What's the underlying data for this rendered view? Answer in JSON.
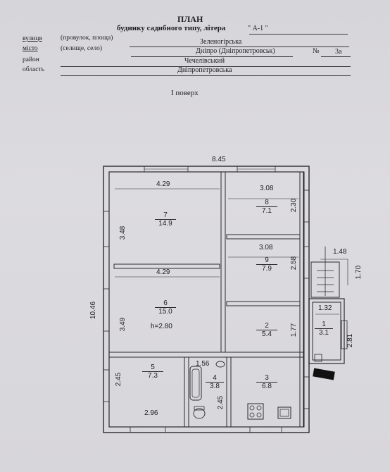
{
  "header": {
    "title": "ПЛАН",
    "subtitle": "будинку садибного типу, літера",
    "litera": "\" А-1 \""
  },
  "address": {
    "street_label": "вулиця",
    "street_hint": "(провулок, площа)",
    "street_value": "Зеленогірська",
    "city_label": "місто",
    "city_hint": "(селище, село)",
    "city_value": "Дніпро (Дніпропетровськ)",
    "number_label": "№",
    "number_value": "3а",
    "district_label": "район",
    "district_value": "Чечелівський",
    "region_label": "область",
    "region_value": "Дніпропетровська"
  },
  "floor_label": "I поверх",
  "plan": {
    "overall_width": "8.45",
    "overall_height": "10.46",
    "rooms": [
      {
        "no": "7",
        "area": "14.9"
      },
      {
        "no": "6",
        "area": "15.0"
      },
      {
        "no": "5",
        "area": "7.3"
      },
      {
        "no": "4",
        "area": "3.8"
      },
      {
        "no": "3",
        "area": "6.8"
      },
      {
        "no": "2",
        "area": "5.4"
      },
      {
        "no": "9",
        "area": "7.9"
      },
      {
        "no": "8",
        "area": "7.1"
      },
      {
        "no": "1",
        "area": "3.1"
      }
    ],
    "ceiling_height": "h=2.80",
    "dims": {
      "r7_w": "4.29",
      "r7_h": "3.48",
      "r6_w": "4.29",
      "r6_h": "3.49",
      "r5_h": "2.45",
      "r5_w": "2.96",
      "r4_w": "1.56",
      "r4_h": "2.45",
      "r8_w": "3.08",
      "r8_h": "2.30",
      "r9_w": "3.08",
      "r9_h": "2.58",
      "r2_h": "1.77",
      "r1_w": "1.32",
      "r1_h": "2.81",
      "porch_w": "1.48",
      "porch_h": "1.70"
    }
  }
}
